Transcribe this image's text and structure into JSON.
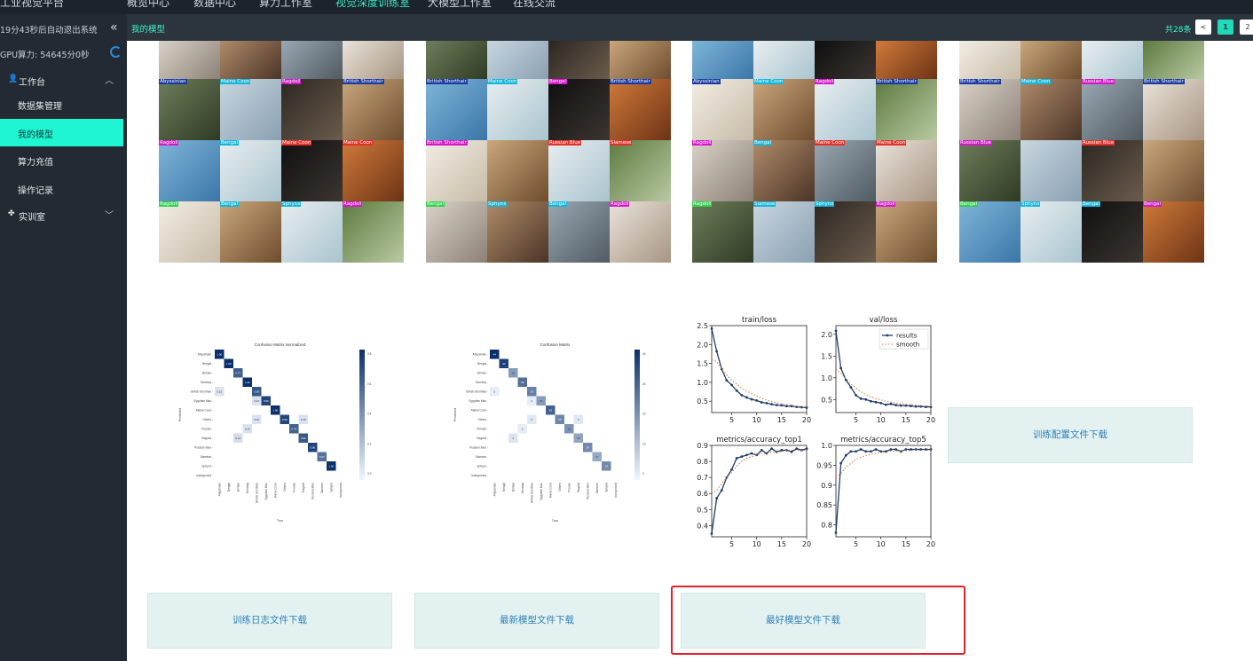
{
  "topbar": {
    "items": [
      {
        "label": "工业视觉平台",
        "active": false
      },
      {
        "label": "概览中心",
        "active": false
      },
      {
        "label": "数据中心",
        "active": false
      },
      {
        "label": "算力工作室",
        "active": false
      },
      {
        "label": "视觉深度训练室",
        "active": true
      },
      {
        "label": "大模型工作室",
        "active": false
      },
      {
        "label": "在线交流",
        "active": false
      }
    ]
  },
  "sidebar": {
    "timer_text": "19分43秒后自动退出系统",
    "gpu_text": "GPU算力: 54645分0秒",
    "group_workbench": "工作台",
    "items": [
      {
        "label": "数据集管理",
        "active": false
      },
      {
        "label": "我的模型",
        "active": true
      },
      {
        "label": "算力充值",
        "active": false
      },
      {
        "label": "操作记录",
        "active": false
      }
    ],
    "group_lab": "实训室"
  },
  "header": {
    "title": "我的模型",
    "total": "共28条",
    "pages": [
      "<",
      "1",
      "2"
    ],
    "current_page": "1"
  },
  "grids": [
    {
      "labels": [
        "Abyssinian",
        "Maine Coon",
        "Ragdoll",
        "British Shorthair",
        "Ragdoll",
        "Bengal",
        "Maine Coon",
        "Maine Coon",
        "Ragdoll",
        "Bengal",
        "Sphynx",
        "Ragdoll"
      ]
    },
    {
      "labels": [
        "British Shorthair",
        "Maine Coon",
        "Bengal",
        "British Shorthair",
        "British Shorthair",
        "",
        "Russian Blue",
        "Siamese",
        "Bengal",
        "Sphynx",
        "Bengal",
        "Ragdoll"
      ]
    },
    {
      "labels": [
        "Abyssinian",
        "Maine Coon",
        "Ragdoll",
        "British Shorthair",
        "Ragdoll",
        "Bengal",
        "Maine Coon",
        "Maine Coon",
        "Ragdoll",
        "Siamese",
        "Sphynx",
        "Ragdoll"
      ]
    },
    {
      "labels": [
        "British Shorthair",
        "Maine Coon",
        "Russian Blue",
        "British Shorthair",
        "Russian Blue",
        "",
        "Russian Blue",
        "",
        "Bengal",
        "Sphynx",
        "Bengal",
        "Bengal"
      ]
    }
  ],
  "confusion_norm": {
    "title": "Confusion Matrix Normalized",
    "xlabel": "True",
    "ylabel": "Predicted",
    "classes": [
      "Abyssinian",
      "Bengal",
      "Birman",
      "Bombay",
      "British Shorthair",
      "Egyptian Mau",
      "Maine Coon",
      "Others",
      "Persian",
      "Ragdoll",
      "Russian Blue",
      "Siamese",
      "Sphynx",
      "background"
    ],
    "colorbar_ticks": [
      "0.8",
      "0.6",
      "0.4",
      "0.2",
      "0.0"
    ],
    "cells": [
      [
        0,
        0,
        1.0
      ],
      [
        1,
        1,
        1.0
      ],
      [
        2,
        2,
        0.77
      ],
      [
        3,
        3,
        1.0
      ],
      [
        4,
        4,
        0.8
      ],
      [
        5,
        5,
        0.9
      ],
      [
        6,
        6,
        1.0
      ],
      [
        7,
        7,
        0.89
      ],
      [
        8,
        8,
        0.75
      ],
      [
        9,
        9,
        0.8
      ],
      [
        10,
        10,
        0.9
      ],
      [
        11,
        11,
        0.67
      ],
      [
        12,
        12,
        1.0
      ],
      [
        7,
        4,
        0.1
      ],
      [
        8,
        3,
        0.1
      ],
      [
        9,
        2,
        0.12
      ],
      [
        5,
        4,
        0.1
      ],
      [
        7,
        9,
        0.1
      ],
      [
        4,
        0,
        0.1
      ]
    ]
  },
  "confusion_raw": {
    "title": "Confusion Matrix",
    "xlabel": "True",
    "ylabel": "Predicted",
    "classes": [
      "Abyssinian",
      "Bengal",
      "Birman",
      "Bombay",
      "British Shorthair",
      "Egyptian Mau",
      "Maine Coon",
      "Others",
      "Persian",
      "Ragdoll",
      "Russian Blue",
      "Siamese",
      "Sphynx",
      "background"
    ],
    "colorbar_ticks": [
      "40",
      "30",
      "20",
      "10",
      "0"
    ],
    "cells": [
      [
        0,
        0,
        44
      ],
      [
        1,
        1,
        40
      ],
      [
        2,
        2,
        20
      ],
      [
        3,
        3,
        30
      ],
      [
        4,
        4,
        26
      ],
      [
        5,
        5,
        20
      ],
      [
        6,
        6,
        33
      ],
      [
        7,
        7,
        25
      ],
      [
        8,
        8,
        22
      ],
      [
        9,
        9,
        18
      ],
      [
        10,
        10,
        24
      ],
      [
        11,
        11,
        17
      ],
      [
        12,
        12,
        24
      ],
      [
        7,
        4,
        3
      ],
      [
        8,
        3,
        2
      ],
      [
        9,
        2,
        4
      ],
      [
        5,
        4,
        2
      ],
      [
        7,
        9,
        3
      ],
      [
        4,
        0,
        2
      ]
    ]
  },
  "chart_data": [
    {
      "type": "line",
      "title": "train/loss",
      "xlim": [
        1,
        20
      ],
      "ylim": [
        0.2,
        2.5
      ],
      "xticks": [
        5,
        10,
        15,
        20
      ],
      "yticks": [
        0.5,
        1.0,
        1.5,
        2.0,
        2.5
      ],
      "x": [
        1,
        2,
        3,
        4,
        5,
        6,
        7,
        8,
        9,
        10,
        11,
        12,
        13,
        14,
        15,
        16,
        17,
        18,
        19,
        20
      ],
      "series": [
        {
          "values": [
            2.42,
            1.82,
            1.35,
            1.05,
            0.93,
            0.78,
            0.66,
            0.6,
            0.55,
            0.52,
            0.47,
            0.45,
            0.42,
            0.4,
            0.39,
            0.37,
            0.37,
            0.35,
            0.34,
            0.33
          ]
        },
        {
          "values": [
            1.6,
            1.55,
            1.35,
            1.2,
            1.05,
            0.95,
            0.85,
            0.77,
            0.7,
            0.64,
            0.58,
            0.53,
            0.49,
            0.46,
            0.43,
            0.41,
            0.39,
            0.37,
            0.36,
            0.35
          ]
        }
      ]
    },
    {
      "type": "line",
      "title": "val/loss",
      "xlim": [
        1,
        20
      ],
      "ylim": [
        0.2,
        2.2
      ],
      "xticks": [
        5,
        10,
        15,
        20
      ],
      "yticks": [
        0.5,
        1.0,
        1.5,
        2.0
      ],
      "x": [
        1,
        2,
        3,
        4,
        5,
        6,
        7,
        8,
        9,
        10,
        11,
        12,
        13,
        14,
        15,
        16,
        17,
        18,
        19,
        20
      ],
      "legend": [
        "results",
        "smooth"
      ],
      "series": [
        {
          "name": "results",
          "values": [
            2.08,
            1.22,
            0.95,
            0.78,
            0.6,
            0.52,
            0.5,
            0.46,
            0.44,
            0.42,
            0.38,
            0.4,
            0.37,
            0.36,
            0.36,
            0.35,
            0.34,
            0.34,
            0.33,
            0.33
          ]
        },
        {
          "name": "smooth",
          "values": [
            1.2,
            1.1,
            0.98,
            0.86,
            0.76,
            0.68,
            0.61,
            0.56,
            0.52,
            0.49,
            0.46,
            0.44,
            0.42,
            0.4,
            0.39,
            0.38,
            0.37,
            0.36,
            0.35,
            0.35
          ]
        }
      ]
    },
    {
      "type": "line",
      "title": "metrics/accuracy_top1",
      "xlim": [
        1,
        20
      ],
      "ylim": [
        0.33,
        0.9
      ],
      "xticks": [
        5,
        10,
        15,
        20
      ],
      "yticks": [
        0.4,
        0.5,
        0.6,
        0.7,
        0.8,
        0.9
      ],
      "x": [
        1,
        2,
        3,
        4,
        5,
        6,
        7,
        8,
        9,
        10,
        11,
        12,
        13,
        14,
        15,
        16,
        17,
        18,
        19,
        20
      ],
      "series": [
        {
          "values": [
            0.35,
            0.57,
            0.62,
            0.7,
            0.75,
            0.82,
            0.83,
            0.84,
            0.85,
            0.84,
            0.87,
            0.85,
            0.88,
            0.86,
            0.87,
            0.87,
            0.86,
            0.88,
            0.87,
            0.88
          ]
        },
        {
          "values": [
            0.6,
            0.62,
            0.66,
            0.7,
            0.73,
            0.77,
            0.8,
            0.82,
            0.83,
            0.84,
            0.85,
            0.85,
            0.86,
            0.86,
            0.86,
            0.87,
            0.87,
            0.87,
            0.87,
            0.87
          ]
        }
      ]
    },
    {
      "type": "line",
      "title": "metrics/accuracy_top5",
      "xlim": [
        1,
        20
      ],
      "ylim": [
        0.77,
        1.0
      ],
      "xticks": [
        5,
        10,
        15,
        20
      ],
      "yticks": [
        0.8,
        0.85,
        0.9,
        0.95,
        1.0
      ],
      "x": [
        1,
        2,
        3,
        4,
        5,
        6,
        7,
        8,
        9,
        10,
        11,
        12,
        13,
        14,
        15,
        16,
        17,
        18,
        19,
        20
      ],
      "series": [
        {
          "values": [
            0.78,
            0.955,
            0.975,
            0.985,
            0.985,
            0.99,
            0.985,
            0.985,
            0.99,
            0.985,
            0.985,
            0.99,
            0.99,
            0.985,
            0.99,
            0.99,
            0.99,
            0.99,
            0.99,
            0.99
          ]
        },
        {
          "values": [
            0.92,
            0.93,
            0.945,
            0.955,
            0.965,
            0.97,
            0.975,
            0.978,
            0.98,
            0.982,
            0.984,
            0.985,
            0.986,
            0.986,
            0.987,
            0.987,
            0.988,
            0.988,
            0.988,
            0.989
          ]
        }
      ]
    }
  ],
  "buttons": {
    "config_download": "训练配置文件下载",
    "log_download": "训练日志文件下载",
    "latest_model_download": "最新模型文件下载",
    "best_model_download": "最好模型文件下载"
  },
  "colors": {
    "sidebar_bg": "#232a33",
    "accent": "#1ff5d2",
    "line": "#1f3f6e",
    "smooth": "#e07b39",
    "highlight": "#e0202a"
  }
}
